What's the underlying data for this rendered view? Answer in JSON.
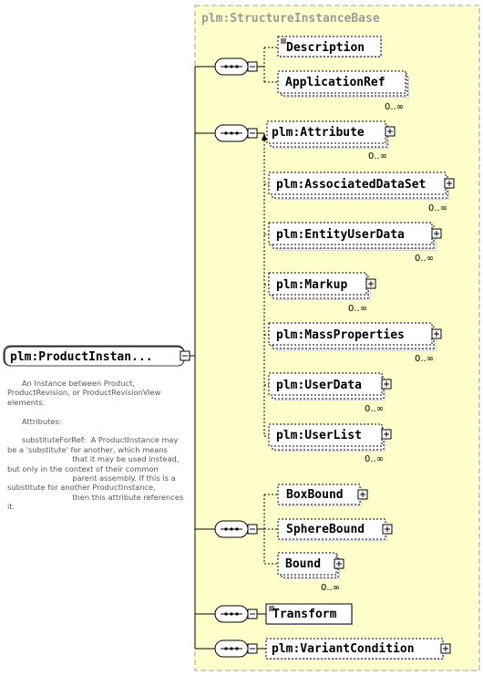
{
  "group_title": "plm:StructureInstanceBase",
  "root": {
    "label": "plm:ProductInstan...",
    "toggle": "−"
  },
  "documentation": "      An Instance between Product,\nProductRevision, or ProductRevisionView\nelements.\n\n      Attributes:\n\n      substituteForRef:  A ProductInstance may\nbe a 'substitute' for another, which means\n                           that it may be used instead,\nbut only in the context of their common\n                           parent assembly. If this is a\nsubstitute for another ProductInstance,\n                           then this attribute references\nit.",
  "elements": {
    "description": {
      "label": "Description"
    },
    "application_ref": {
      "label": "ApplicationRef",
      "occurrence": "0..∞"
    },
    "attribute": {
      "label": "plm:Attribute",
      "occurrence": "0..∞"
    },
    "associated_data_set": {
      "label": "plm:AssociatedDataSet",
      "occurrence": "0..∞"
    },
    "entity_user_data": {
      "label": "plm:EntityUserData",
      "occurrence": "0..∞"
    },
    "markup": {
      "label": "plm:Markup",
      "occurrence": "0..∞"
    },
    "mass_properties": {
      "label": "plm:MassProperties",
      "occurrence": "0..∞"
    },
    "user_data": {
      "label": "plm:UserData",
      "occurrence": "0..∞"
    },
    "user_list": {
      "label": "plm:UserList",
      "occurrence": "0..∞"
    },
    "box_bound": {
      "label": "BoxBound"
    },
    "sphere_bound": {
      "label": "SphereBound"
    },
    "bound": {
      "label": "Bound",
      "occurrence": "0..∞"
    },
    "transform": {
      "label": "Transform"
    },
    "variant_condition": {
      "label": "plm:VariantCondition"
    }
  },
  "symbols": {
    "expand": "+",
    "collapse": "−"
  }
}
